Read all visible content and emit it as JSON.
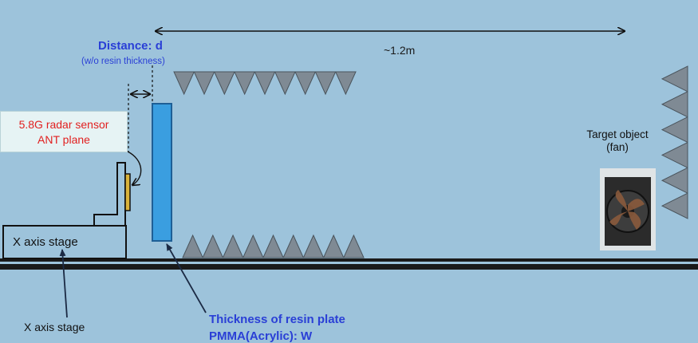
{
  "labels": {
    "distance_title": "Distance: d",
    "distance_note": "(w/o resin  thickness)",
    "range": "~1.2m",
    "sensor_line1": "5.8G radar sensor",
    "sensor_line2": "ANT plane",
    "target_line1": "Target object",
    "target_line2": "(fan)",
    "stage_inner": "X axis stage",
    "stage_bottom": "X axis stage",
    "thickness_line1": "Thickness of resin plate",
    "thickness_line2": "PMMA(Acrylic): W"
  },
  "colors": {
    "background": "#9dc3db",
    "accent_text": "#2a3fd6",
    "sensor_text": "#e11f1f",
    "resin_plate": "#3a9ee0",
    "absorber": "#7f8a94",
    "line": "#111111"
  },
  "absorbers": {
    "top_row_count": 9,
    "bottom_row_count": 9,
    "right_column_count": 6
  }
}
